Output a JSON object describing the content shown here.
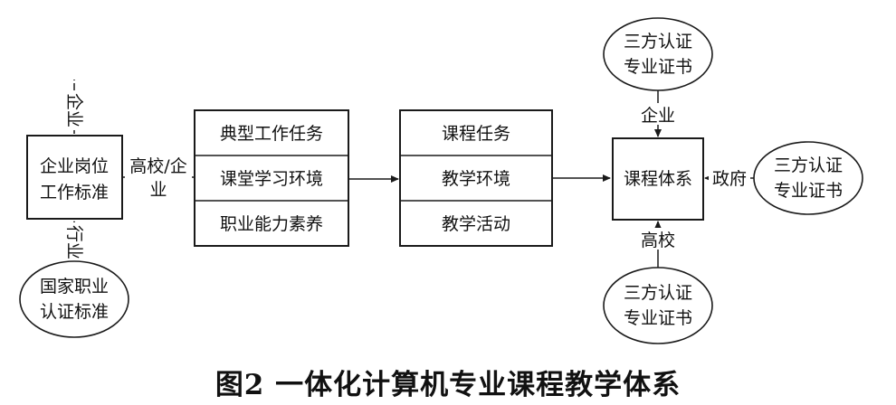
{
  "diagram": {
    "left_standard": [
      "企业岗位",
      "工作标准"
    ],
    "left_label_top": "企业",
    "left_label_bottom": "行业",
    "national_cert": [
      "国家职业",
      "认证标准"
    ],
    "mid_label": [
      "高校/企",
      "业"
    ],
    "col1_items": [
      "典型工作任务",
      "课堂学习环境",
      "职业能力素养"
    ],
    "col2_items": [
      "课程任务",
      "教学环境",
      "教学活动"
    ],
    "curriculum_system": "课程体系",
    "label_enterprise": "企业",
    "label_government": "政府",
    "label_university": "高校",
    "third_party_cert": [
      "三方认证",
      "专业证书"
    ]
  },
  "caption": "图2  一体化计算机专业课程教学体系"
}
